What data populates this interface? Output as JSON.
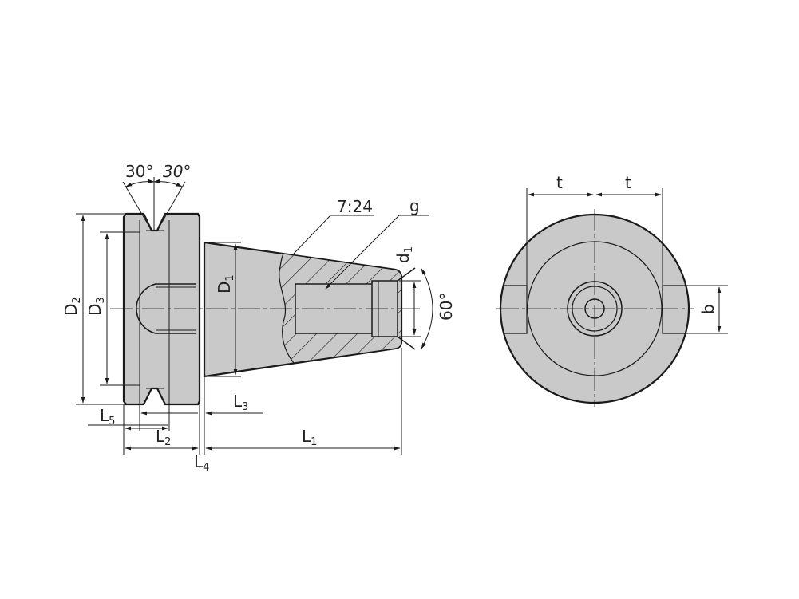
{
  "labels": {
    "angle_left": "30°",
    "angle_right": "30°",
    "taper": "7:24",
    "g": "g",
    "d1_main": "d",
    "d1_sub": "1",
    "angle_60": "60°",
    "D1_main": "D",
    "D1_sub": "1",
    "D2_main": "D",
    "D2_sub": "2",
    "D3_main": "D",
    "D3_sub": "3",
    "L1_main": "L",
    "L1_sub": "1",
    "L2_main": "L",
    "L2_sub": "2",
    "L3_main": "L",
    "L3_sub": "3",
    "L4_main": "L",
    "L4_sub": "4",
    "L5_main": "L",
    "L5_sub": "5",
    "t_left": "t",
    "t_right": "t",
    "b": "b"
  },
  "colors": {
    "body": "#c9c9c9",
    "outline": "#1a1a1a",
    "background": "#ffffff"
  }
}
